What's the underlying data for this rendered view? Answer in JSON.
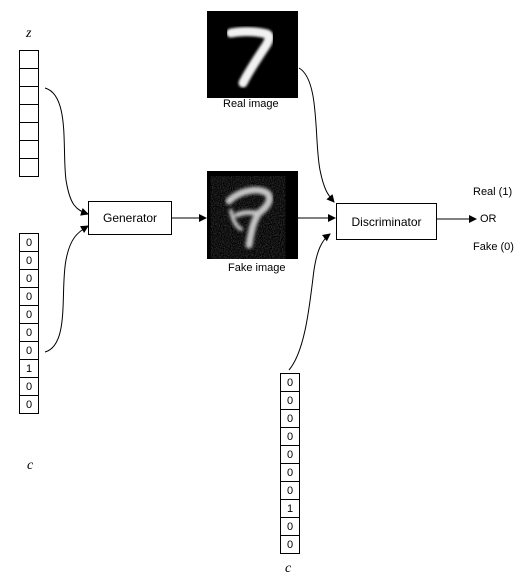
{
  "labels": {
    "z": "z",
    "c_left": "c",
    "c_bottom": "c",
    "generator": "Generator",
    "discriminator": "Discriminator",
    "real_image": "Real image",
    "fake_image": "Fake image",
    "out_real": "Real (1)",
    "out_or": "OR",
    "out_fake": "Fake (0)"
  },
  "z_vector": [
    "",
    "",
    "",
    "",
    "",
    "",
    ""
  ],
  "c_vector_left": [
    "0",
    "0",
    "0",
    "0",
    "0",
    "0",
    "0",
    "1",
    "0",
    "0"
  ],
  "c_vector_bottom": [
    "0",
    "0",
    "0",
    "0",
    "0",
    "0",
    "0",
    "1",
    "0",
    "0"
  ]
}
